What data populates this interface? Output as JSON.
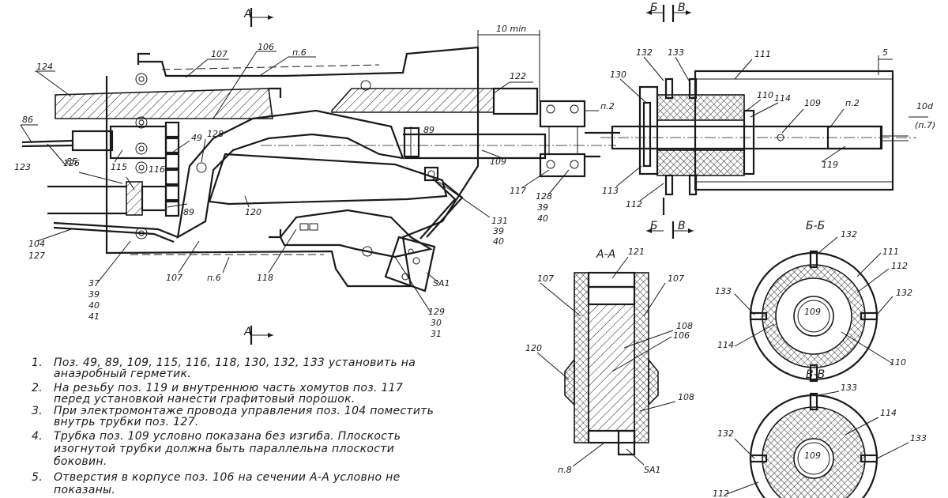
{
  "sections": {
    "a": "А",
    "b": "Б",
    "v": "В",
    "aa": "А-А",
    "bb": "Б-Б",
    "vv": "В-В"
  },
  "dims": {
    "ten_min": "10 min",
    "five": "5",
    "ten_d": "10d",
    "ten_d_ref": "(п.7)"
  },
  "callouts": {
    "c124": "124",
    "c107a": "107",
    "c106a": "106",
    "c_n6a": "п.6",
    "c122": "122",
    "c86": "86",
    "c85": "85",
    "c115": "115",
    "c49": "49",
    "c128a": "128",
    "c89a": "89",
    "c123": "123",
    "c126": "126",
    "c116": "116",
    "c89b": "89",
    "c120a": "120",
    "c104": "104",
    "c127": "127",
    "c107b": "107",
    "c_n6b": "п.6",
    "c118": "118",
    "c37": "37",
    "c39a": "39",
    "c40a": "40",
    "c41": "41",
    "c109a": "109",
    "c117": "117",
    "c128b": "128",
    "c39b": "39",
    "c40b": "40",
    "c131": "131",
    "c39c": "39",
    "c40c": "40",
    "cSA1a": "SA1",
    "c129": "129",
    "c30": "30",
    "c31": "31",
    "c_n2a": "п.2",
    "c130": "130",
    "c132a": "132",
    "c133a": "133",
    "c111a": "111",
    "c110a": "110",
    "c114a": "114",
    "c109b": "109",
    "c_n2b": "п.2",
    "c119": "119",
    "c113": "113",
    "c112a": "112",
    "c121": "121",
    "c107c": "107",
    "c107d": "107",
    "c108a": "108",
    "c106b": "106",
    "c120b": "120",
    "c108b": "108",
    "c_n8": "п.8",
    "cSA1b": "SA1",
    "c132b": "132",
    "c111b": "111",
    "c112b": "112",
    "c133b": "133",
    "c132c": "132",
    "c109c": "109",
    "c114b": "114",
    "c110b": "110",
    "c133c": "133",
    "c114c": "114",
    "c132d": "132",
    "c133d": "133",
    "c109d": "109",
    "c112c": "112"
  },
  "notes": [
    {
      "num": "1.",
      "lines": [
        "Поз. 49, 89, 109, 115, 116, 118, 130, 132, 133  установить   на",
        "анаэробный  герметик."
      ]
    },
    {
      "num": "2.",
      "lines": [
        "На резьбу поз. 119 и внутреннюю часть хомутов  поз. 117",
        "перед установкой  нанести графитовый порошок."
      ]
    },
    {
      "num": "3.",
      "lines": [
        "При электромонтаже провода управления поз. 104 поместить",
        "внутрь трубки поз. 127."
      ]
    },
    {
      "num": "4.",
      "lines": [
        "Трубка поз. 109 условно показана без изгиба. Плоскость",
        "изогнутой  трубки  должна быть параллельна плоскости",
        "боковин."
      ]
    },
    {
      "num": "5.",
      "lines": [
        "Отверстия  в корпусе поз. 106 на сечении  А-А условно не",
        "показаны."
      ]
    }
  ]
}
